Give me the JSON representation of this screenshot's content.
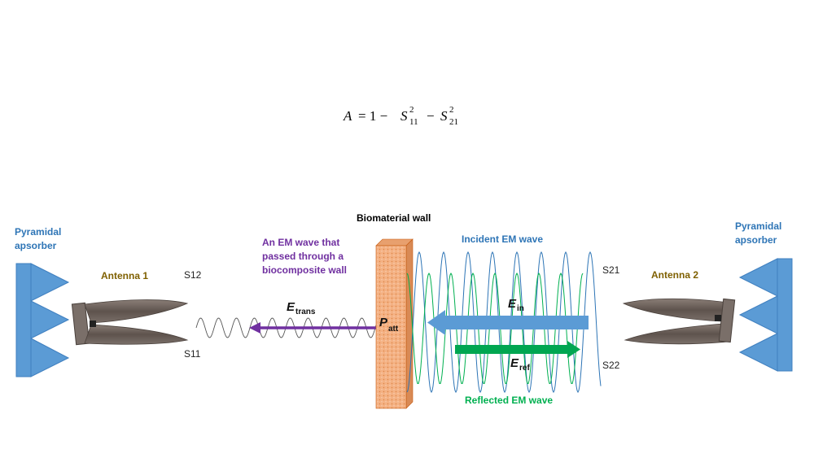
{
  "formula": {
    "lhs": "A",
    "eq": "= 1 −",
    "s": "S",
    "sub1": "11",
    "sup": "2",
    "minus": "−",
    "sub2": "21"
  },
  "left": {
    "absorber_label_line1": "Pyramidal",
    "absorber_label_line2": "apsorber",
    "antenna_label": "Antenna 1",
    "port_top": "S12",
    "port_bottom": "S11"
  },
  "right": {
    "absorber_label_line1": "Pyramidal",
    "absorber_label_line2": "apsorber",
    "antenna_label": "Antenna 2",
    "port_top": "S21",
    "port_bottom": "S22"
  },
  "wall": {
    "title": "Biomaterial wall"
  },
  "transmitted": {
    "caption_line1": "An EM wave that",
    "caption_line2": "passed through a",
    "caption_line3": "biocomposite wall",
    "field_symbol": "E",
    "field_sub": "trans"
  },
  "attenuation": {
    "symbol": "P",
    "sub": "att"
  },
  "incident": {
    "caption": "Incident EM wave",
    "field_symbol": "E",
    "field_sub": "in"
  },
  "reflected": {
    "caption": "Reflected EM wave",
    "field_symbol": "E",
    "field_sub": "ref"
  },
  "colors": {
    "absorber": "#5b9bd5",
    "absorber_dark": "#3f7fbf",
    "antenna_label": "#7f6000",
    "absorber_label": "#2e75b6",
    "transmitted": "#7030a0",
    "incident": "#2e75b6",
    "incident_arrow": "#5b9bd5",
    "reflected": "#00b050",
    "reflected_arrow": "#00a651",
    "wall": "#f4b183",
    "antenna": "#6d625c"
  }
}
